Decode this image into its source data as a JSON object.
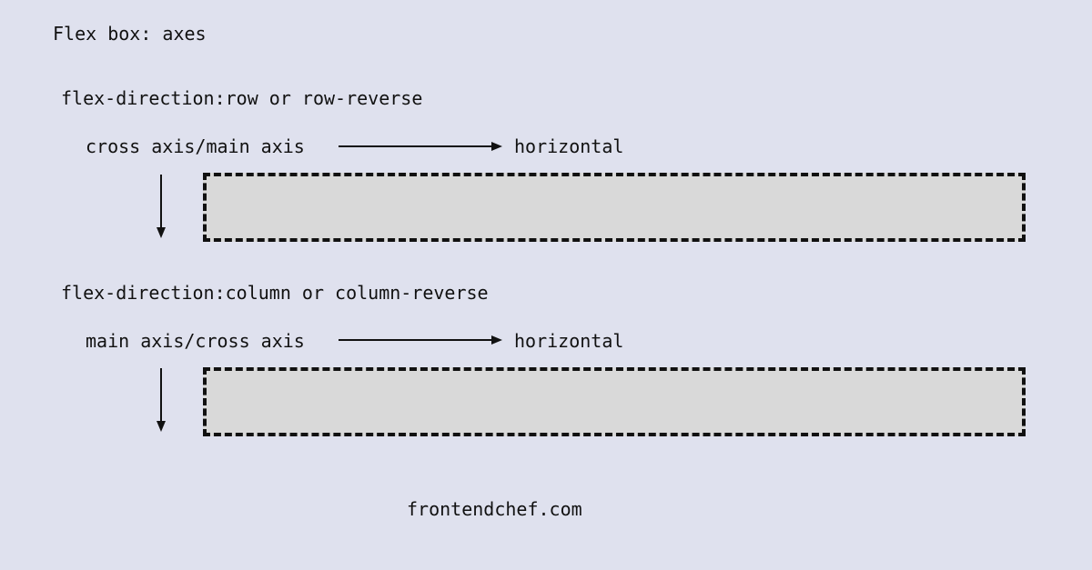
{
  "title": "Flex box: axes",
  "sections": [
    {
      "heading": "flex-direction:row or row-reverse",
      "axis_label": "cross axis/main axis",
      "direction_label": "horizontal"
    },
    {
      "heading": "flex-direction:column or column-reverse",
      "axis_label": "main axis/cross axis",
      "direction_label": "horizontal"
    }
  ],
  "footer": "frontendchef.com",
  "colors": {
    "background": "#dfe1ee",
    "container_fill": "#d9d9d9",
    "ink": "#111111"
  }
}
